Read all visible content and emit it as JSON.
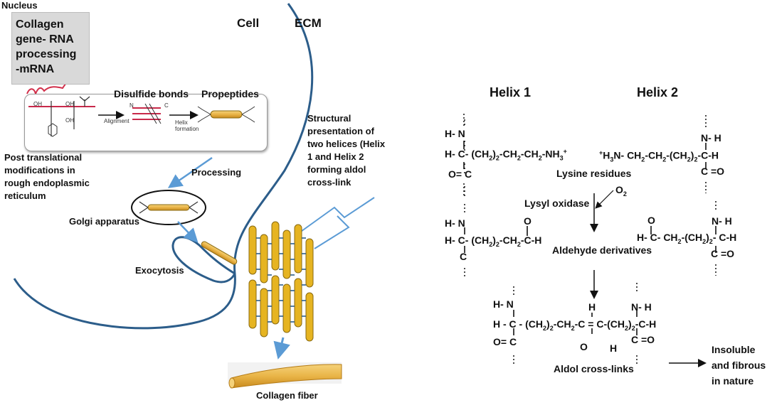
{
  "left": {
    "nucleus_label": "Nucleus",
    "nucleus_box": [
      "Collagen",
      "gene- RNA",
      "processing",
      "-mRNA"
    ],
    "disulfide_label": "Disulfide bonds",
    "propeptides_label": "Propeptides",
    "alignment_label": "Alignment",
    "helix_formation_label": [
      "Helix",
      "formation"
    ],
    "oh_label": "OH",
    "n_label": "N",
    "c_label": "C",
    "ptm_label": [
      "Post translational",
      "modifications in",
      "rough endoplasmic",
      "reticulum"
    ],
    "processing_label": "Processing",
    "golgi_label": "Golgi apparatus",
    "exocytosis_label": "Exocytosis",
    "cell_label": "Cell",
    "ecm_label": "ECM",
    "structural_label": [
      "Structural",
      "presentation of",
      "two helices (Helix",
      "1 and Helix 2",
      "forming aldol",
      "cross-link"
    ],
    "collagen_fiber_label": "Collagen fiber"
  },
  "right": {
    "helix1_label": "Helix 1",
    "helix2_label": "Helix 2",
    "lysine_residues_label": "Lysine residues",
    "lysyl_oxidase_label": "Lysyl oxidase",
    "o2_label": "O",
    "o2_sub": "2",
    "aldehyde_label": "Aldehyde derivatives",
    "aldol_label": "Aldol  cross-links",
    "insoluble_label": [
      "Insoluble",
      "and fibrous",
      "in nature"
    ]
  },
  "colors": {
    "membrane": "#2c5d8a",
    "arrow_blue": "#5b9bd5",
    "fibril_fill": "#e6b421",
    "fibril_stroke": "#8a6a10",
    "nucleus_box": "#d9d9d9"
  }
}
